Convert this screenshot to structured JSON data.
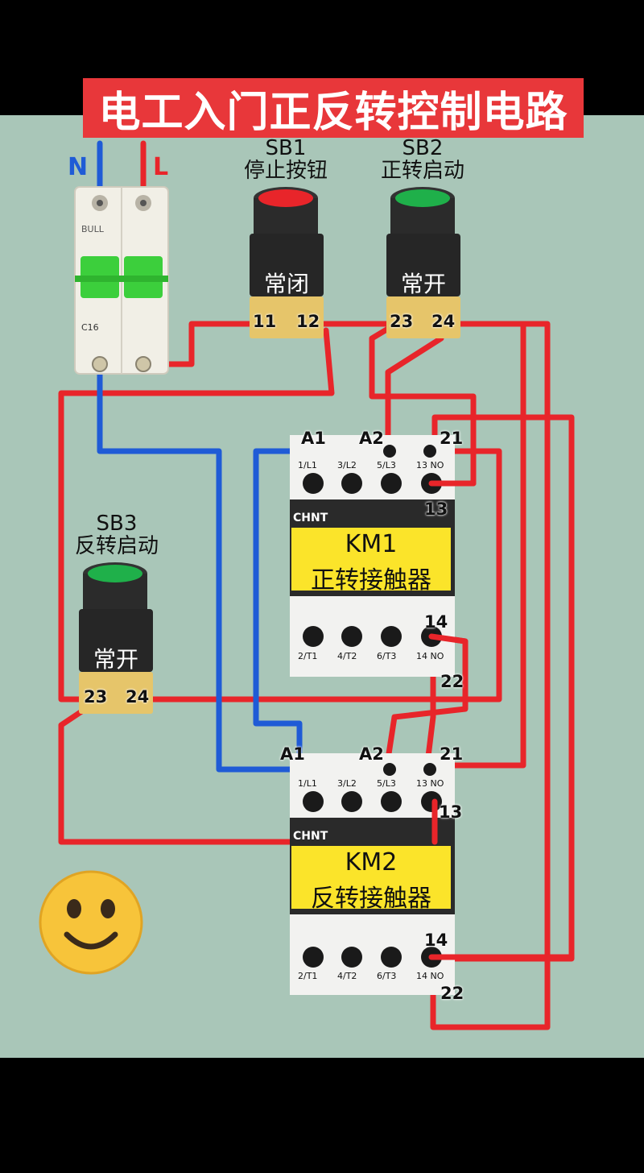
{
  "title": "电工入门正反转控制电路",
  "power": {
    "n_label": "N",
    "l_label": "L",
    "breaker_brand": "BULL",
    "breaker_rating": "C16"
  },
  "sb1": {
    "name": "SB1",
    "desc": "停止按钮",
    "state": "常闭",
    "t1": "11",
    "t2": "12"
  },
  "sb2": {
    "name": "SB2",
    "desc": "正转启动",
    "state": "常开",
    "t1": "23",
    "t2": "24"
  },
  "sb3": {
    "name": "SB3",
    "desc": "反转启动",
    "state": "常开",
    "t1": "23",
    "t2": "24"
  },
  "km1": {
    "brand": "CHNT",
    "name": "KM1",
    "desc": "正转接触器",
    "a1": "A1",
    "a2": "A2",
    "t21": "21",
    "t13": "13",
    "t14": "14",
    "t22": "22",
    "top_terms": [
      "1/L1",
      "3/L2",
      "5/L3",
      "13 NO"
    ],
    "bottom_terms": [
      "2/T1",
      "4/T2",
      "6/T3",
      "14 NO"
    ]
  },
  "km2": {
    "brand": "CHNT",
    "name": "KM2",
    "desc": "反转接触器",
    "a1": "A1",
    "a2": "A2",
    "t21": "21",
    "t13": "13",
    "t14": "14",
    "t22": "22",
    "top_terms": [
      "1/L1",
      "3/L2",
      "5/L3",
      "13 NO"
    ],
    "bottom_terms": [
      "2/T1",
      "4/T2",
      "6/T3",
      "14 NO"
    ]
  },
  "colors": {
    "live_wire": "#e8252a",
    "neutral_wire": "#1f5bd6",
    "panel": "#a9c6b8",
    "title_bg": "#e8373a",
    "label_yellow": "#fbe42a",
    "start_green": "#1fb04a",
    "stop_red": "#e8252a",
    "breaker_handle": "#3ccf3c"
  },
  "icons": {
    "emoji": "smiling-face-icon"
  }
}
